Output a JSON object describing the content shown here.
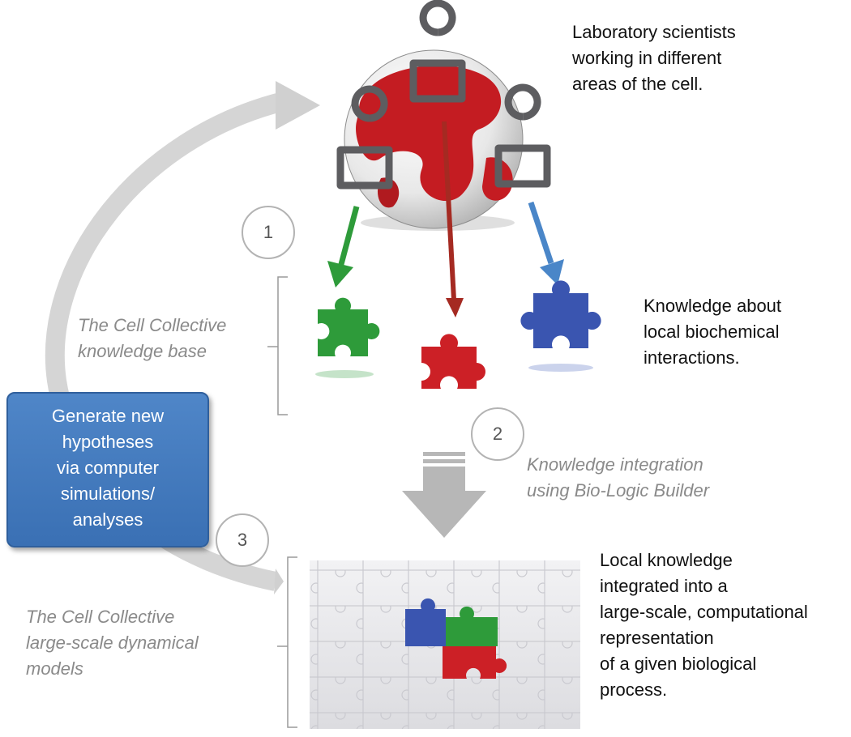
{
  "scientists_text": "Laboratory scientists\nworking in different\nareas of the cell.",
  "knowledge_text": "Knowledge about\nlocal biochemical\ninteractions.",
  "integrated_text": "Local knowledge\nintegrated into a\nlarge-scale, computational\nrepresentation\nof a given biological\nprocess.",
  "knowledge_base_label": "The Cell Collective\nknowledge base",
  "integration_label": "Knowledge integration\nusing Bio-Logic Builder",
  "models_label": "The Cell Collective\nlarge-scale dynamical\nmodels",
  "generate_box_text": "Generate new\nhypotheses\nvia computer\nsimulations/\nanalyses",
  "steps": [
    "1",
    "2",
    "3"
  ],
  "colors": {
    "globe_red": "#c41c22",
    "puzzle_green": "#2e9b3a",
    "puzzle_red": "#cc2026",
    "puzzle_blue": "#3a55b0",
    "box_blue": "#4479bf",
    "gray_arrow": "#d5d5d5"
  },
  "icons": [
    "globe-icon",
    "user-icon",
    "puzzle-piece-icon",
    "jigsaw-grid-icon",
    "cycle-arrow-icon",
    "down-arrow-icon"
  ]
}
